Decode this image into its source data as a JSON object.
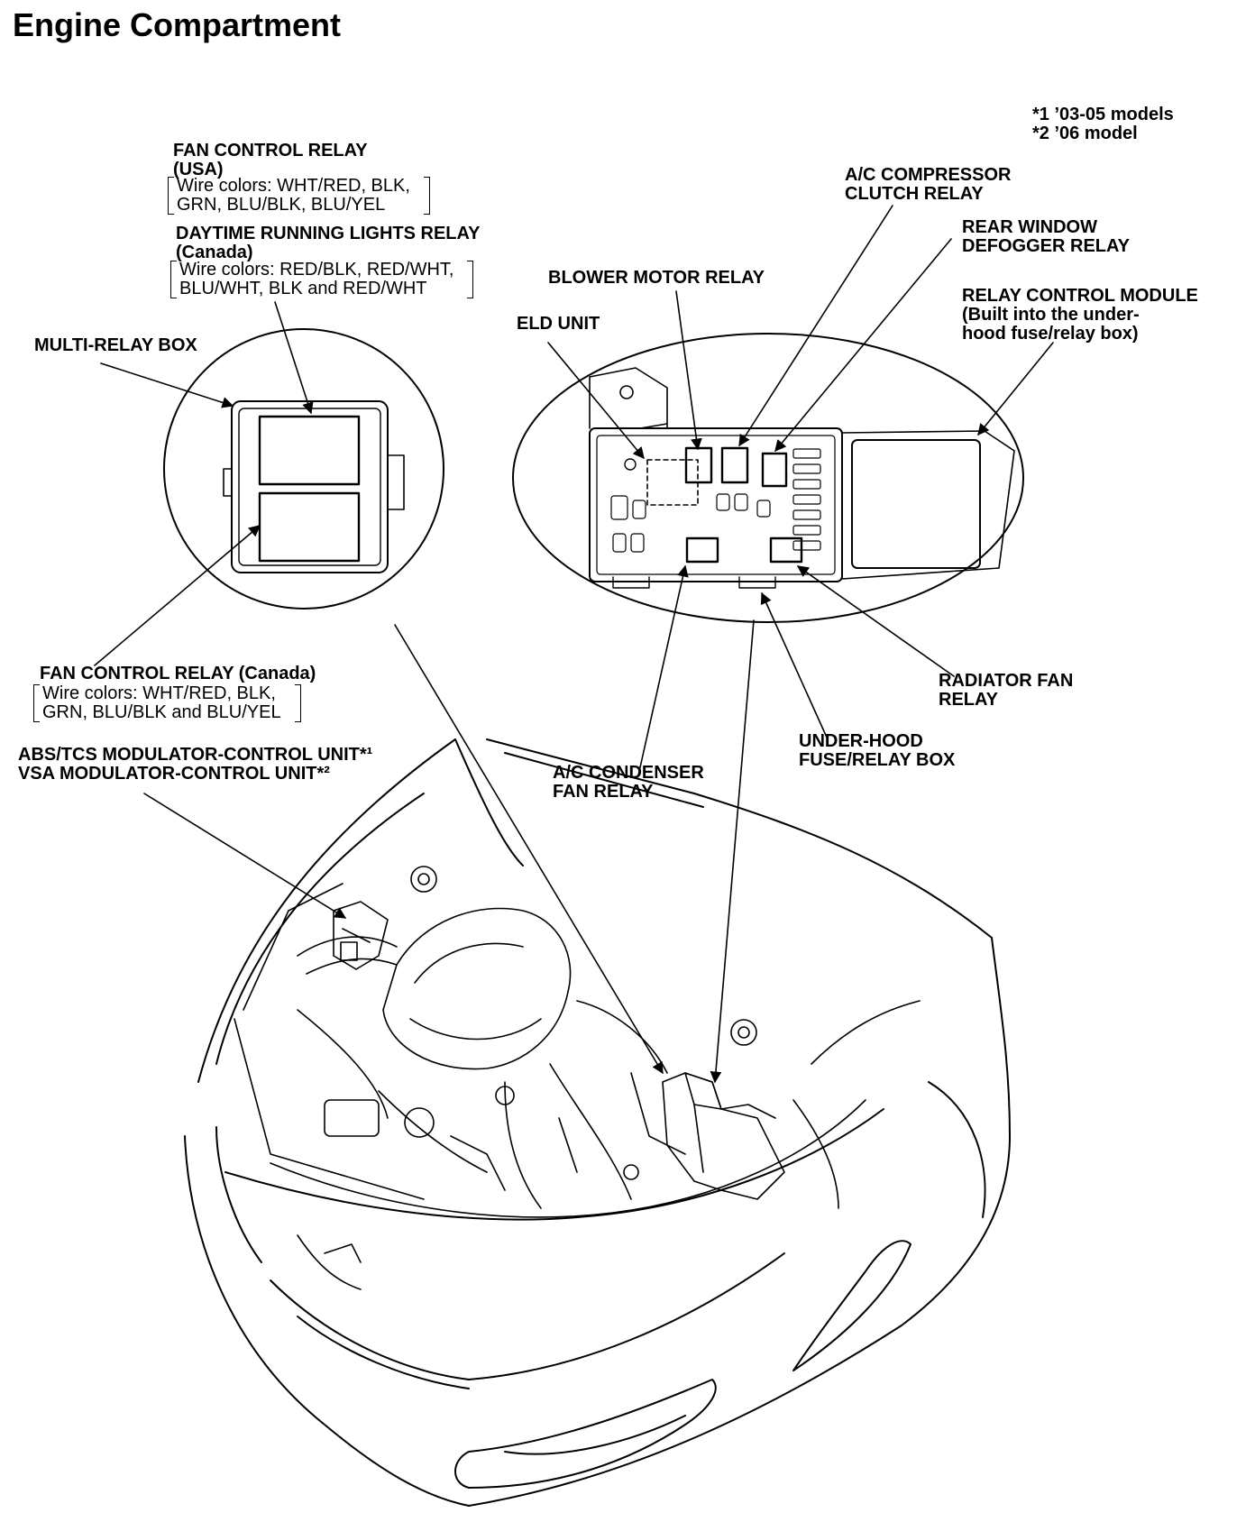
{
  "title": "Engine Compartment",
  "footnotes": [
    "*1 ’03-05 models",
    "*2 ’06 model"
  ],
  "labels": {
    "fan_control_relay_usa": {
      "name": "FAN CONTROL RELAY",
      "region": "(USA)",
      "wires": [
        "Wire colors: WHT/RED, BLK,",
        "GRN, BLU/BLK, BLU/YEL"
      ]
    },
    "daytime_running_lights_relay": {
      "name": "DAYTIME RUNNING LIGHTS RELAY",
      "region": "(Canada)",
      "wires": [
        "Wire colors: RED/BLK, RED/WHT,",
        "BLU/WHT, BLK and RED/WHT"
      ]
    },
    "multi_relay_box": "MULTI-RELAY BOX",
    "fan_control_relay_canada": {
      "name": "FAN CONTROL RELAY (Canada)",
      "wires": [
        "Wire colors: WHT/RED, BLK,",
        "GRN, BLU/BLK and BLU/YEL"
      ]
    },
    "abs_tcs_unit": "ABS/TCS MODULATOR-CONTROL UNIT*¹",
    "vsa_unit": "VSA MODULATOR-CONTROL UNIT*²",
    "eld_unit": "ELD UNIT",
    "blower_motor_relay": "BLOWER MOTOR RELAY",
    "ac_compressor_clutch_relay": [
      "A/C COMPRESSOR",
      "CLUTCH RELAY"
    ],
    "rear_window_defogger_relay": [
      "REAR WINDOW",
      "DEFOGGER RELAY"
    ],
    "relay_control_module": [
      "RELAY CONTROL MODULE",
      "(Built into the under-",
      "hood fuse/relay box)"
    ],
    "radiator_fan_relay": [
      "RADIATOR FAN",
      "RELAY"
    ],
    "under_hood_fuse_relay_box": [
      "UNDER-HOOD",
      "FUSE/RELAY BOX"
    ],
    "ac_condenser_fan_relay": [
      "A/C CONDENSER",
      "FAN RELAY"
    ]
  }
}
